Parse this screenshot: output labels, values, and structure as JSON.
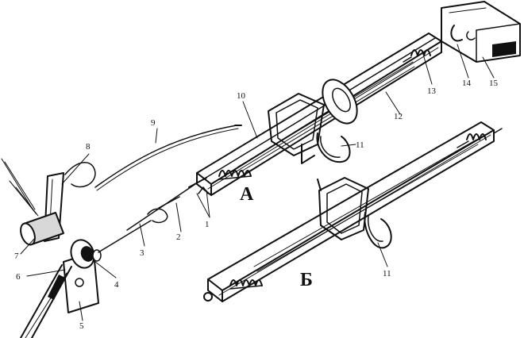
{
  "labels": {
    "A": "А",
    "B": "Б"
  },
  "callouts": [
    "1",
    "2",
    "3",
    "4",
    "5",
    "6",
    "7",
    "8",
    "9",
    "10",
    "11",
    "11",
    "12",
    "13",
    "14",
    "15"
  ]
}
